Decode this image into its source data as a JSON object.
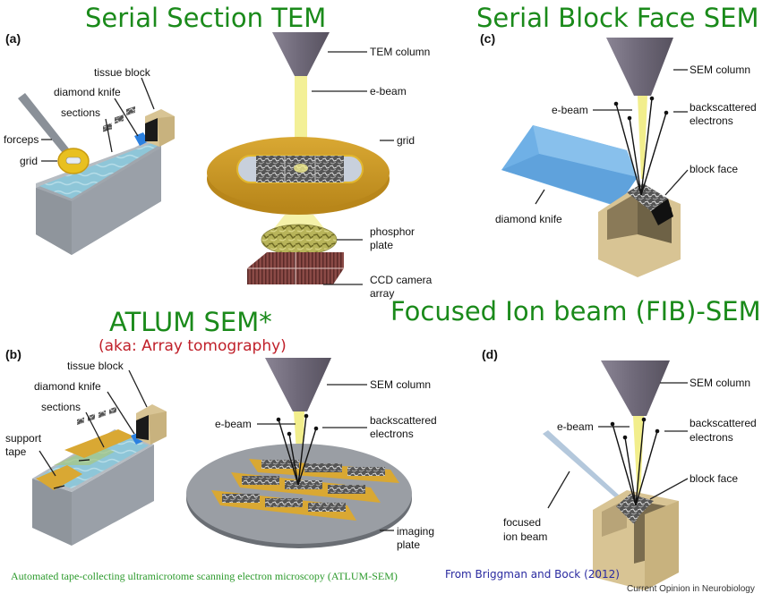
{
  "figure": {
    "journal": "Current Opinion in Neurobiology",
    "credit": "From Briggman and Bock (2012)",
    "caption": "Automated tape-collecting ultramicrotome scanning electron microscopy (ATLUM-SEM)"
  },
  "panels": {
    "a": {
      "title": "Serial Section TEM",
      "letter": "(a)",
      "labels": {
        "tissue_block": "tissue block",
        "diamond_knife": "diamond knife",
        "sections": "sections",
        "forceps": "forceps",
        "grid_left": "grid",
        "tem_column": "TEM column",
        "e_beam": "e-beam",
        "grid": "grid",
        "phosphor_1": "phosphor",
        "phosphor_2": "plate",
        "ccd_1": "CCD camera",
        "ccd_2": "array"
      }
    },
    "b": {
      "title": "ATLUM SEM*",
      "subtitle": "(aka: Array tomography)",
      "letter": "(b)",
      "labels": {
        "tissue_block": "tissue block",
        "diamond_knife": "diamond knife",
        "sections": "sections",
        "support_1": "support",
        "support_2": "tape",
        "sem_column": "SEM column",
        "e_beam": "e-beam",
        "bse_1": "backscattered",
        "bse_2": "electrons",
        "plate_1": "imaging",
        "plate_2": "plate"
      }
    },
    "c": {
      "title": "Serial Block Face SEM",
      "letter": "(c)",
      "labels": {
        "sem_column": "SEM column",
        "e_beam": "e-beam",
        "bse_1": "backscattered",
        "bse_2": "electrons",
        "block_face": "block face",
        "diamond_knife": "diamond knife"
      }
    },
    "d": {
      "title": "Focused Ion beam (FIB)-SEM",
      "letter": "(d)",
      "labels": {
        "sem_column": "SEM column",
        "e_beam": "e-beam",
        "bse_1": "backscattered",
        "bse_2": "electrons",
        "block_face": "block face",
        "fib_1": "focused",
        "fib_2": "ion beam"
      }
    }
  },
  "colors": {
    "title_green": "#1a8a1a",
    "subtitle_red": "#c0202a",
    "credit_blue": "#2a2aa0",
    "caption_green": "#2c9a2c",
    "column_gray": "#6e6878",
    "beam_yellow": "#f2ee8c",
    "grid_gold": "#d9a520",
    "knife_blue": "#6fb0e6",
    "block_tan": "#d8c494",
    "trough_gray": "#9aa0a8",
    "water_blue": "#8ec6d8"
  }
}
